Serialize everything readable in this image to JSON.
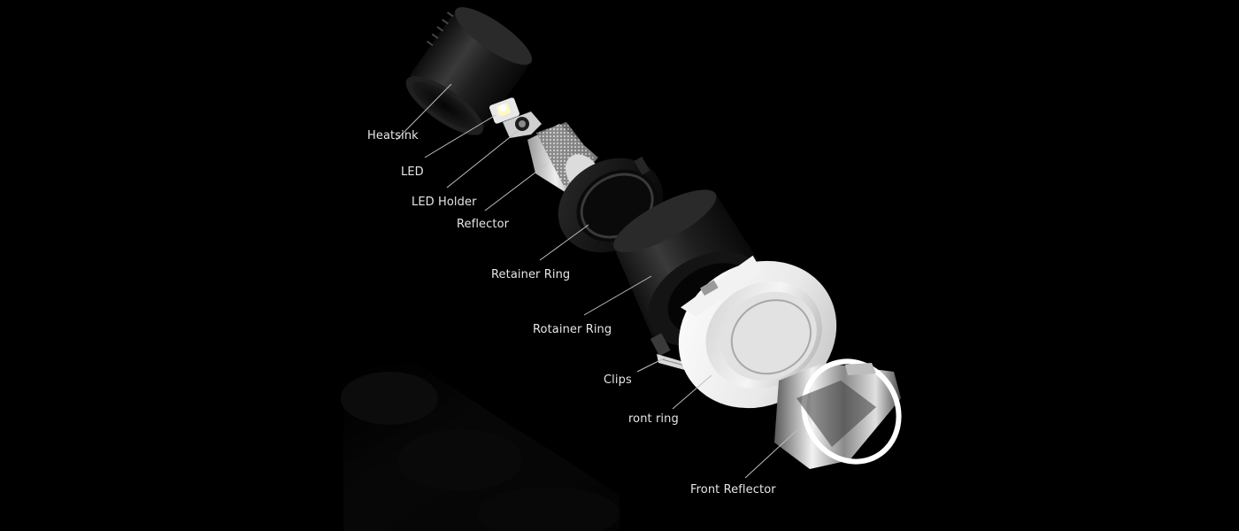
{
  "diagram": {
    "background_color": "#000000",
    "leader_line_color": "#bfbfbf",
    "components": [
      {
        "id": "heatsink",
        "label": "Heatsink"
      },
      {
        "id": "led",
        "label": "LED"
      },
      {
        "id": "led-holder",
        "label": "LED Holder"
      },
      {
        "id": "reflector",
        "label": "Reflector"
      },
      {
        "id": "retainer-ring",
        "label": "Retainer Ring"
      },
      {
        "id": "rotainer-ring",
        "label": "Rotainer Ring"
      },
      {
        "id": "clips",
        "label": "Clips"
      },
      {
        "id": "front-ring",
        "label": "ront ring"
      },
      {
        "id": "front-reflector",
        "label": "Front Reflector"
      }
    ]
  }
}
